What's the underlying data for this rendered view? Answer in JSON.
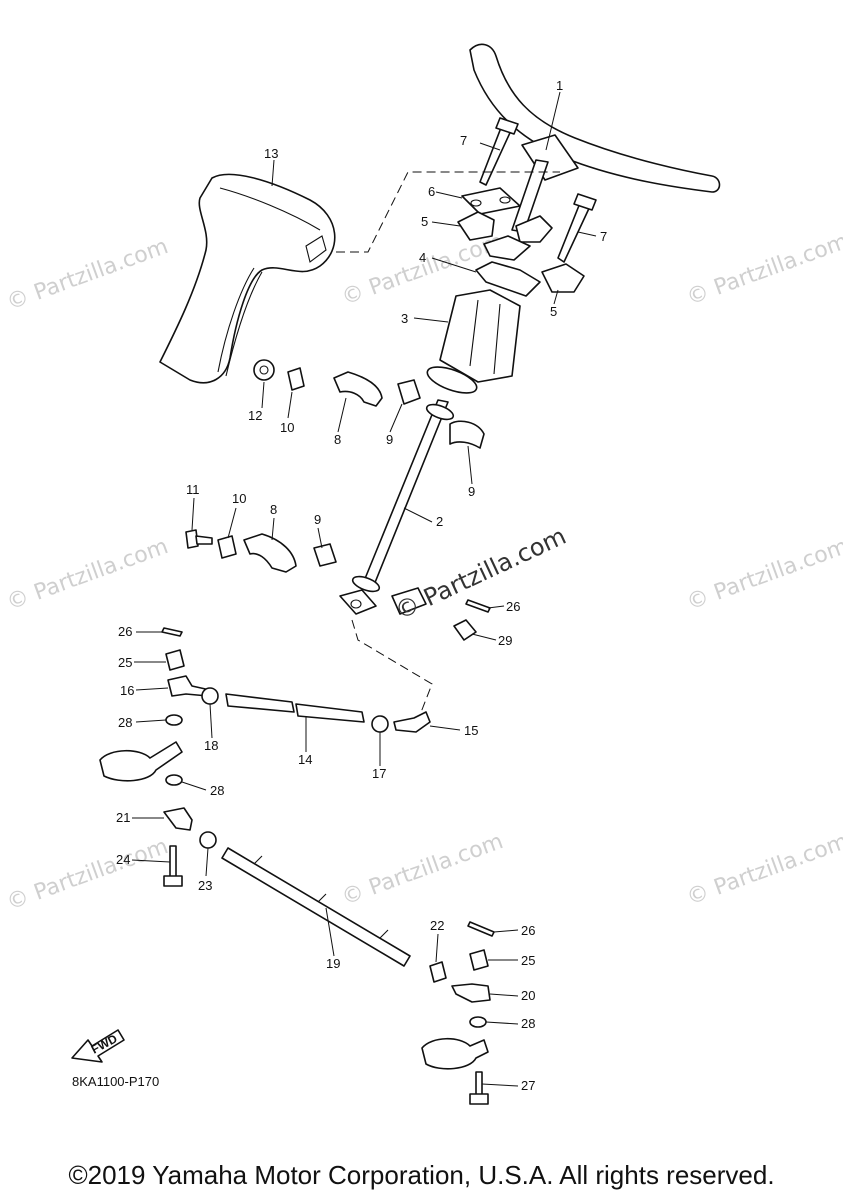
{
  "diagram": {
    "reference_code": "8KA1100-P170",
    "fwd_label": "FWD",
    "watermark_text": "© Partzilla.com",
    "center_watermark": "© Partzilla.com",
    "callouts": [
      {
        "id": "c1",
        "text": "1"
      },
      {
        "id": "c2",
        "text": "2"
      },
      {
        "id": "c3",
        "text": "3"
      },
      {
        "id": "c4",
        "text": "4"
      },
      {
        "id": "c5a",
        "text": "5"
      },
      {
        "id": "c5b",
        "text": "5"
      },
      {
        "id": "c6",
        "text": "6"
      },
      {
        "id": "c7a",
        "text": "7"
      },
      {
        "id": "c7b",
        "text": "7"
      },
      {
        "id": "c8a",
        "text": "8"
      },
      {
        "id": "c8b",
        "text": "8"
      },
      {
        "id": "c9a",
        "text": "9"
      },
      {
        "id": "c9b",
        "text": "9"
      },
      {
        "id": "c9c",
        "text": "9"
      },
      {
        "id": "c10a",
        "text": "10"
      },
      {
        "id": "c10b",
        "text": "10"
      },
      {
        "id": "c11",
        "text": "11"
      },
      {
        "id": "c12",
        "text": "12"
      },
      {
        "id": "c13",
        "text": "13"
      },
      {
        "id": "c14",
        "text": "14"
      },
      {
        "id": "c15",
        "text": "15"
      },
      {
        "id": "c16",
        "text": "16"
      },
      {
        "id": "c17",
        "text": "17"
      },
      {
        "id": "c18",
        "text": "18"
      },
      {
        "id": "c19",
        "text": "19"
      },
      {
        "id": "c20",
        "text": "20"
      },
      {
        "id": "c21",
        "text": "21"
      },
      {
        "id": "c22",
        "text": "22"
      },
      {
        "id": "c23",
        "text": "23"
      },
      {
        "id": "c24",
        "text": "24"
      },
      {
        "id": "c25a",
        "text": "25"
      },
      {
        "id": "c25b",
        "text": "25"
      },
      {
        "id": "c26a",
        "text": "26"
      },
      {
        "id": "c26b",
        "text": "26"
      },
      {
        "id": "c26c",
        "text": "26"
      },
      {
        "id": "c27",
        "text": "27"
      },
      {
        "id": "c28a",
        "text": "28"
      },
      {
        "id": "c28b",
        "text": "28"
      },
      {
        "id": "c28c",
        "text": "28"
      },
      {
        "id": "c29",
        "text": "29"
      }
    ]
  },
  "footer": {
    "copyright": "©2019 Yamaha Motor Corporation, U.S.A. All rights reserved."
  }
}
